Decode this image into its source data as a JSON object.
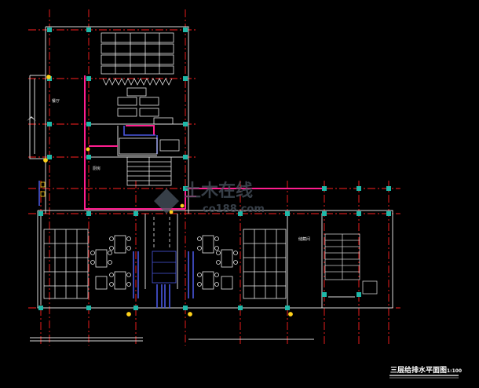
{
  "drawing": {
    "title": "三层给排水平面图",
    "scale": "1:100",
    "room_labels": [
      "餐厅",
      "厨房",
      "储藏间"
    ],
    "watermark": {
      "name": "土木在线",
      "url": "co188.com"
    }
  },
  "colors": {
    "background": "#000000",
    "axis": "#ff2020",
    "wall": "#d8d8d8",
    "column": "#1fb8a8",
    "pipe_supply": "#ff1d8e",
    "pipe_drain": "#4a58e0",
    "furniture": "#e8e8e8",
    "fixture": "#ffd21a",
    "stair": "#c8c8c8"
  },
  "icons": {
    "drain_fixture": "fixture-symbol-icon",
    "north_arrow": "arrow-icon"
  }
}
